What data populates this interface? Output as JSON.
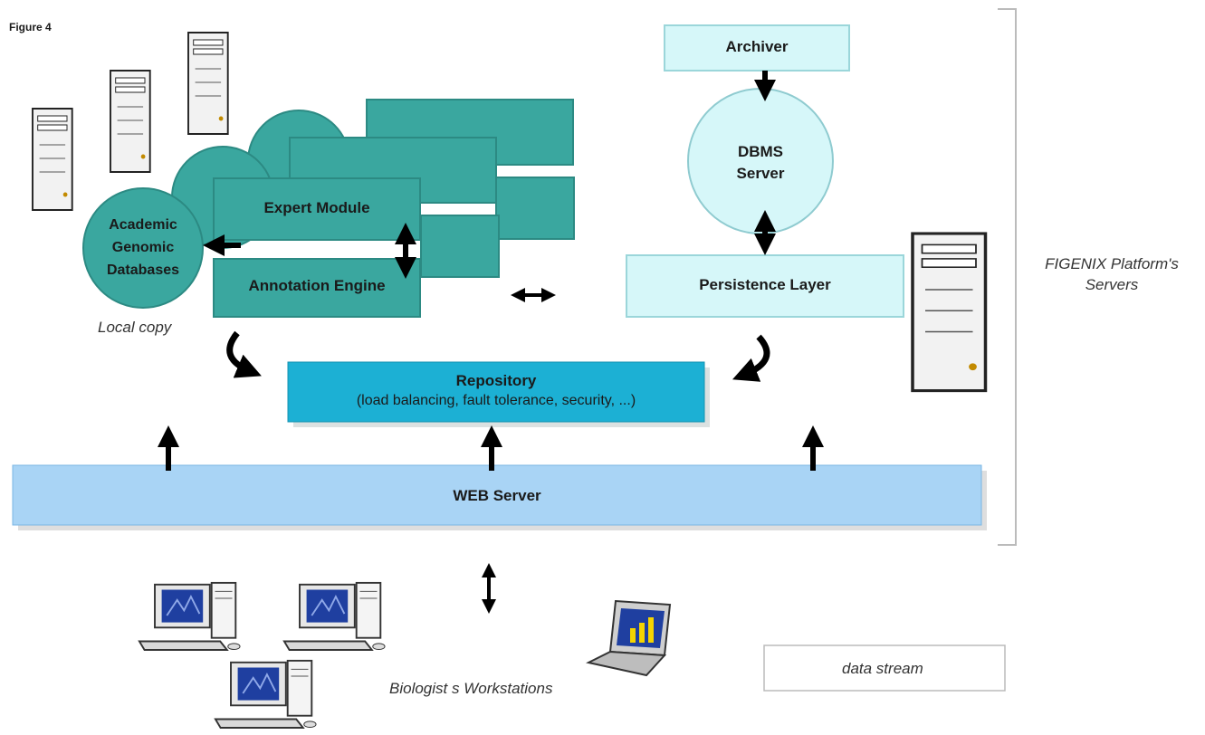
{
  "figure_label": "Figure 4",
  "nodes": {
    "archiver": "Archiver",
    "dbms_server_line1": "DBMS",
    "dbms_server_line2": "Server",
    "persistence_layer": "Persistence Layer",
    "expert_module": "Expert Module",
    "annotation_engine": "Annotation Engine",
    "academic_db_line1": "Academic",
    "academic_db_line2": "Genomic",
    "academic_db_line3": "Databases",
    "repository_title": "Repository",
    "repository_subtitle": "(load balancing, fault tolerance, security, ...)",
    "web_server": "WEB Server"
  },
  "captions": {
    "local_copy": "Local copy",
    "platform_servers_line1": "FIGENIX Platform's",
    "platform_servers_line2": "Servers",
    "workstations": "Biologist s Workstations"
  },
  "legend": {
    "label": "data stream",
    "icon": "left-arrow-icon"
  },
  "colors": {
    "teal": "#3aa79f",
    "teal_dark": "#2c8a83",
    "light_cyan": "#d6f7f9",
    "repository_blue": "#1cb0d4",
    "web_server_blue": "#a9d4f5",
    "arrow": "#000000"
  }
}
